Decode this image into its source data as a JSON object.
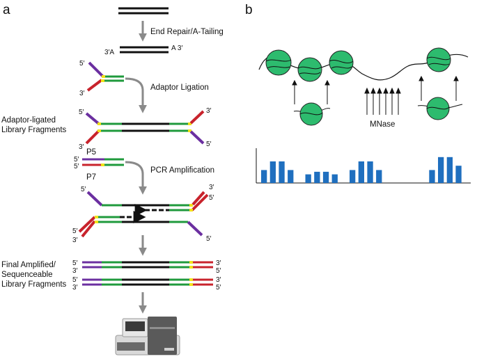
{
  "panel_a": {
    "letter": "a",
    "steps": {
      "end_repair": "End Repair/A-Tailing",
      "adaptor_ligation": "Adaptor Ligation",
      "pcr_amplification": "PCR Amplification"
    },
    "side_labels": {
      "adaptor_ligated": [
        "Adaptor-ligated",
        "Library Fragments"
      ],
      "final": [
        "Final Amplified/",
        "Sequenceable",
        "Library Fragments"
      ]
    },
    "primers": {
      "p5": "P5",
      "p7": "P7"
    },
    "end_marks": {
      "five_prime": "5′",
      "three_prime": "3′",
      "three_prime_a": "3′A",
      "a_three_prime": "A 3′"
    }
  },
  "panel_b": {
    "letter": "b",
    "enzyme_label": "MNase",
    "histogram_values": [
      3,
      5,
      5,
      3,
      0,
      2,
      2.6,
      2.6,
      2,
      0,
      3,
      5,
      5,
      3,
      0,
      0,
      0,
      0,
      0,
      3,
      6,
      6,
      4
    ]
  },
  "colors": {
    "dna": "#111111",
    "adapter_purple": "#6b2fa0",
    "adapter_green": "#1f9a3c",
    "adapter_red": "#c8232c",
    "adapter_yellow": "#f2e21a",
    "arrow_gray": "#8a8a8a",
    "nucleosome": "#2dbb6e",
    "bar_blue": "#1f6fbf"
  }
}
